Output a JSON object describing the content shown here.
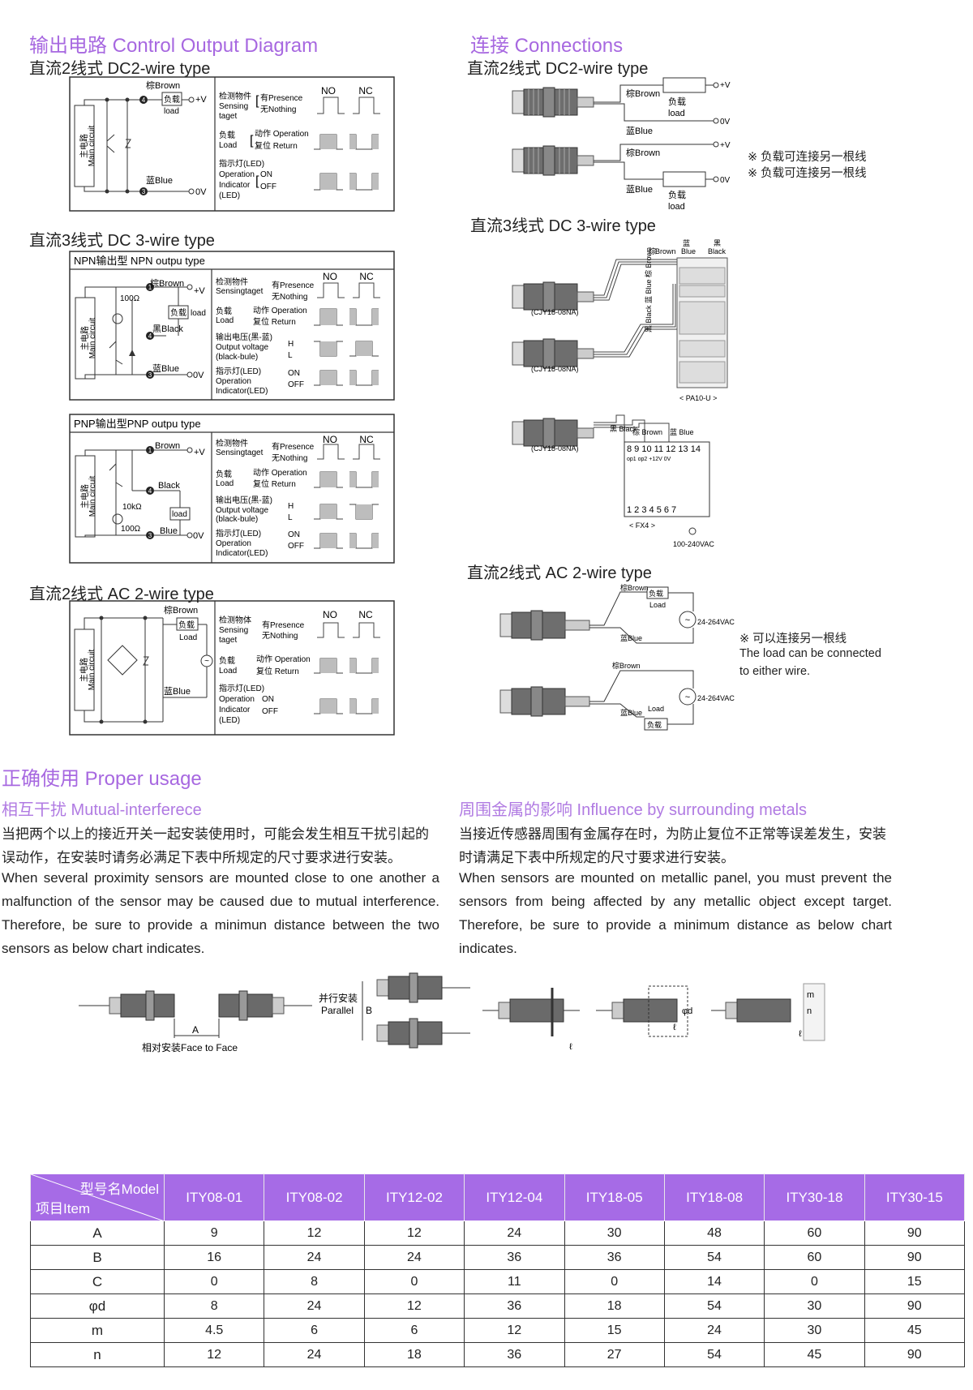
{
  "left": {
    "title": "输出电路 Control Output Diagram",
    "dc2": {
      "title": "直流2线式 DC2-wire type",
      "brown": "棕Brown",
      "blue": "蓝Blue",
      "load_cn": "负载",
      "load_en": "load",
      "main_circuit_cn": "主电路",
      "main_circuit_en": "Main circuit",
      "plus_v": "+V",
      "zero_v": "0V",
      "t4": "4",
      "t3": "3",
      "no": "NO",
      "nc": "NC",
      "row1_cn": "检测物件",
      "row1_en1": "Sensing",
      "row1_en2": "taget",
      "row1_opt1": "有Presence",
      "row1_opt2": "无Nothing",
      "row2_cn": "负载",
      "row2_en": "Load",
      "row2_opt1": "动作 Operation",
      "row2_opt2": "复位 Return",
      "row3_cn": "指示灯(LED)",
      "row3_en1": "Operation",
      "row3_en2": "Indicator",
      "row3_en3": "(LED)",
      "row3_opt1": "ON",
      "row3_opt2": "OFF"
    },
    "dc3_title": "直流3线式 DC 3-wire type",
    "npn": {
      "header": "NPN输出型 NPN outpu  type",
      "brown": "棕Brown",
      "black": "黑Black",
      "blue": "蓝Blue",
      "load_cn": "负载",
      "load_en": "load",
      "r1": "100Ω",
      "main_circuit_cn": "主电路",
      "main_circuit_en": "Main circuit",
      "plus_v": "+V",
      "zero_v": "0V",
      "t1": "1",
      "t4": "4",
      "t3": "3",
      "no": "NO",
      "nc": "NC",
      "row1_cn": "检测物件",
      "row1_en": "Sensingtaget",
      "row1_opt1": "有Presence",
      "row1_opt2": "无Nothing",
      "row2_cn": "负载",
      "row2_en": "Load",
      "row2_opt1": "动作 Operation",
      "row2_opt2": "复位 Return",
      "row3_cn": "输出电压(黑-蓝)",
      "row3_en1": "Output voltage",
      "row3_en2": "(black-bule)",
      "row3_opt1": "H",
      "row3_opt2": "L",
      "row4_cn": "指示灯(LED)",
      "row4_en1": "Operation",
      "row4_en2": "Indicator(LED)",
      "row4_opt1": "ON",
      "row4_opt2": "OFF"
    },
    "pnp": {
      "header": "PNP输出型PNP outpu  type",
      "brown": "Brown",
      "black": "Black",
      "blue": "Blue",
      "load_en": "load",
      "r1": "10kΩ",
      "r2": "100Ω",
      "main_circuit_cn": "主电路",
      "main_circuit_en": "Main circuit",
      "plus_v": "+V",
      "zero_v": "0V",
      "t1": "1",
      "t4": "4",
      "t3": "3",
      "no": "NO",
      "nc": "NC",
      "row1_cn": "检测物件",
      "row1_en": "Sensingtaget",
      "row1_opt1": "有Presence",
      "row1_opt2": "无Nothing",
      "row2_cn": "负载",
      "row2_en": "Load",
      "row2_opt1": "动作 Operation",
      "row2_opt2": "复位 Return",
      "row3_cn": "输出电压(黑-蓝)",
      "row3_en1": "Output voltage",
      "row3_en2": "(black-bule)",
      "row3_opt1": "H",
      "row3_opt2": "L",
      "row4_cn": "指示灯(LED)",
      "row4_en1": "Operation",
      "row4_en2": "Indicator(LED)",
      "row4_opt1": "ON",
      "row4_opt2": "OFF"
    },
    "ac2": {
      "title": "直流2线式 AC 2-wire type",
      "brown": "棕Brown",
      "blue": "蓝Blue",
      "load_cn": "负载",
      "load_en": "Load",
      "main_circuit_cn": "主电路",
      "main_circuit_en": "Main circuit",
      "no": "NO",
      "nc": "NC",
      "row1_cn": "检测物体",
      "row1_en1": "Sensing",
      "row1_en2": "taget",
      "row1_opt1": "有Presence",
      "row1_opt2": "无Nothing",
      "row2_cn": "负载",
      "row2_en": "Load",
      "row2_opt1": "动作 Operation",
      "row2_opt2": "复位 Return",
      "row3_cn": "指示灯(LED)",
      "row3_en1": "Operation",
      "row3_en2": "Indicator",
      "row3_en3": "(LED)",
      "row3_opt1": "ON",
      "row3_opt2": "OFF"
    }
  },
  "right": {
    "title": "连接 Connections",
    "dc2": {
      "title": "直流2线式 DC2-wire type",
      "brown": "棕Brown",
      "blue": "蓝Blue",
      "load_cn": "负载",
      "load_en": "load",
      "plus_v": "+V",
      "zero_v": "0V",
      "note1": "※ 负载可连接另一根线",
      "note2": "※ 负载可连接另一根线"
    },
    "dc3": {
      "title": "直流3线式 DC 3-wire type",
      "model1": "(CJY18-08NA)",
      "model2": "(CJY18-08NA)",
      "model3": "(CJY18-08NA)",
      "top_label_cn1": "棕",
      "top_label_en1": "Brown",
      "top_label_cn2": "蓝",
      "top_label_en2": "Blue",
      "top_label_cn3": "黑",
      "top_label_en3": "Black",
      "side_labels": "黑 Black 蓝 Blue 棕 Brown",
      "pa10": "< PA10-U >",
      "fx4": "< FX4 >",
      "fx_top": "8 9 10 11 12 13 14",
      "fx_sub": "op1 op2 +12V 0V",
      "fx_bottom": "1 2 3 4 5 6 7",
      "voltage": "100-240VAC",
      "fx_wire_black": "黑 Black",
      "fx_wire_brown": "棕 Brown",
      "fx_wire_blue": "蓝 Blue"
    },
    "ac2": {
      "title": "直流2线式 AC 2-wire type",
      "brown": "棕Brown",
      "blue": "蓝Blue",
      "load_cn": "负载",
      "load_en": "Load",
      "voltage": "24-264VAC",
      "brown2": "棕Brown",
      "blue2": "蓝Blue",
      "load2_en": "Load",
      "load2_cn": "负载",
      "voltage2": "24-264VAC",
      "note1": "※ 可以连接另一根线",
      "note2": "The load can be connected",
      "note3": "to either wire."
    }
  },
  "usage": {
    "title": "正确使用 Proper usage",
    "mutual": {
      "title": "相互干扰 Mutual-interferece",
      "p1": "当把两个以上的接近开关一起安装使用时，可能会发生相互干扰引起的误动作，在安装时请务必满足下表中所规定的尺寸要求进行安装。",
      "p2": "When several proximity  sensors are mounted  close to  one another  a malfunction of the sensor  may be caused due to mutual interference. Therefore, be  sure to provide  a  minimun  distance between  the two sensors as below chart indicates."
    },
    "metals": {
      "title": "周围金属的影响 Influence by surrounding metals",
      "p1": "当接近传感器周围有金属存在时，为防止复位不正常等误差发生，安装时请满足下表中所规定的尺寸要求进行安装。",
      "p2": "When sensors  are mounted  on  metallic panel, you must  prevent the sensors  from  being affected  by  any  metallic object  except  target. Therefore,  be sure  to  provide a  minimum  distance   as below  chart indicates."
    },
    "diagram": {
      "face_label": "相对安装Face to Face",
      "a": "A",
      "parallel_cn": "并行安装",
      "parallel_en": "Parallel",
      "b": "B",
      "l1": "ℓ",
      "l2": "ℓ",
      "l3": "ℓ",
      "phi_d": "φd",
      "m": "m",
      "n": "n"
    }
  },
  "table": {
    "corner_model": "型号名Model",
    "corner_item": "项目Item",
    "models": [
      "ITY08-01",
      "ITY08-02",
      "ITY12-02",
      "ITY12-04",
      "ITY18-05",
      "ITY18-08",
      "ITY30-18",
      "ITY30-15"
    ],
    "rows": [
      {
        "item": "A",
        "values": [
          "9",
          "12",
          "12",
          "24",
          "30",
          "48",
          "60",
          "90"
        ]
      },
      {
        "item": "B",
        "values": [
          "16",
          "24",
          "24",
          "36",
          "36",
          "54",
          "60",
          "90"
        ]
      },
      {
        "item": "C",
        "values": [
          "0",
          "8",
          "0",
          "11",
          "0",
          "14",
          "0",
          "15"
        ]
      },
      {
        "item": "φd",
        "values": [
          "8",
          "24",
          "12",
          "36",
          "18",
          "54",
          "30",
          "90"
        ]
      },
      {
        "item": "m",
        "values": [
          "4.5",
          "6",
          "6",
          "12",
          "15",
          "24",
          "30",
          "45"
        ]
      },
      {
        "item": "n",
        "values": [
          "12",
          "24",
          "18",
          "36",
          "27",
          "54",
          "45",
          "90"
        ]
      }
    ]
  },
  "colors": {
    "accent": "#a768e0",
    "table_header": "#a66be6",
    "pulse_fill": "#bdbdbd"
  }
}
